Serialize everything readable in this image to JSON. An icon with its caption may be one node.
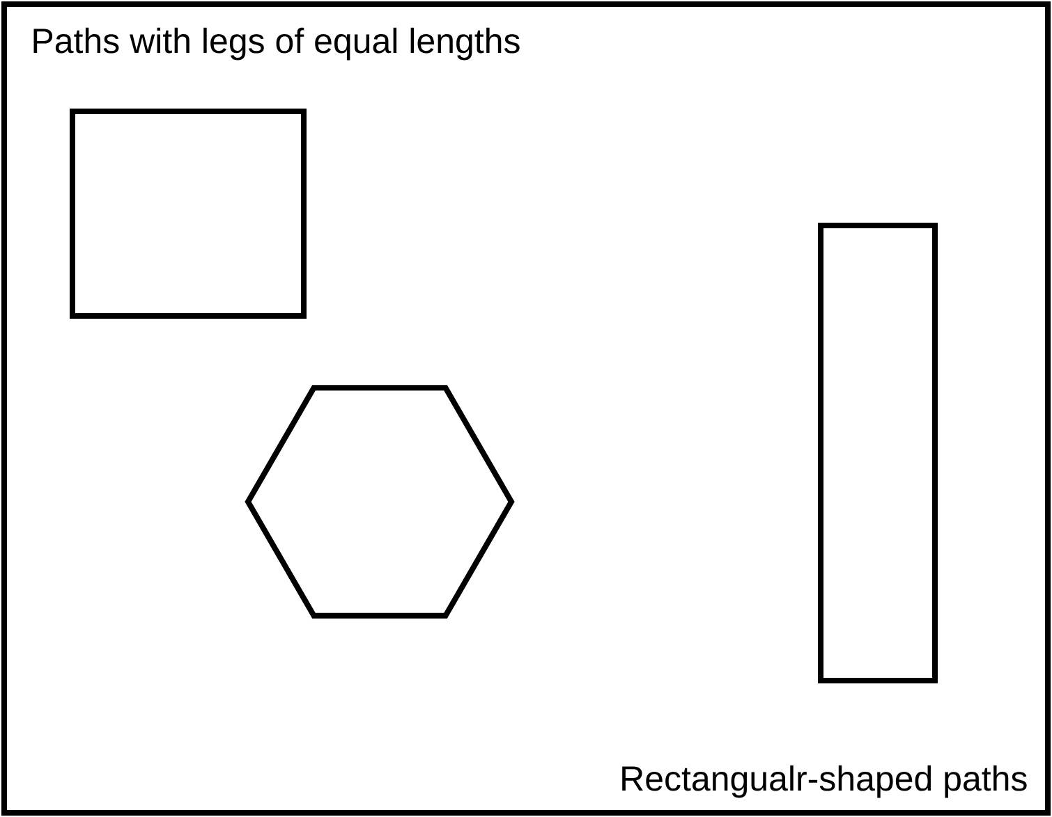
{
  "diagram": {
    "nodes": [
      {
        "text": [],
        "shape": "box"
      },
      {
        "text": [],
        "shape": "hexagon"
      },
      {
        "text": [],
        "shape": "box"
      }
    ],
    "labels": [
      "Paths with legs of equal lengths",
      "Rectangualr-shaped paths"
    ]
  }
}
